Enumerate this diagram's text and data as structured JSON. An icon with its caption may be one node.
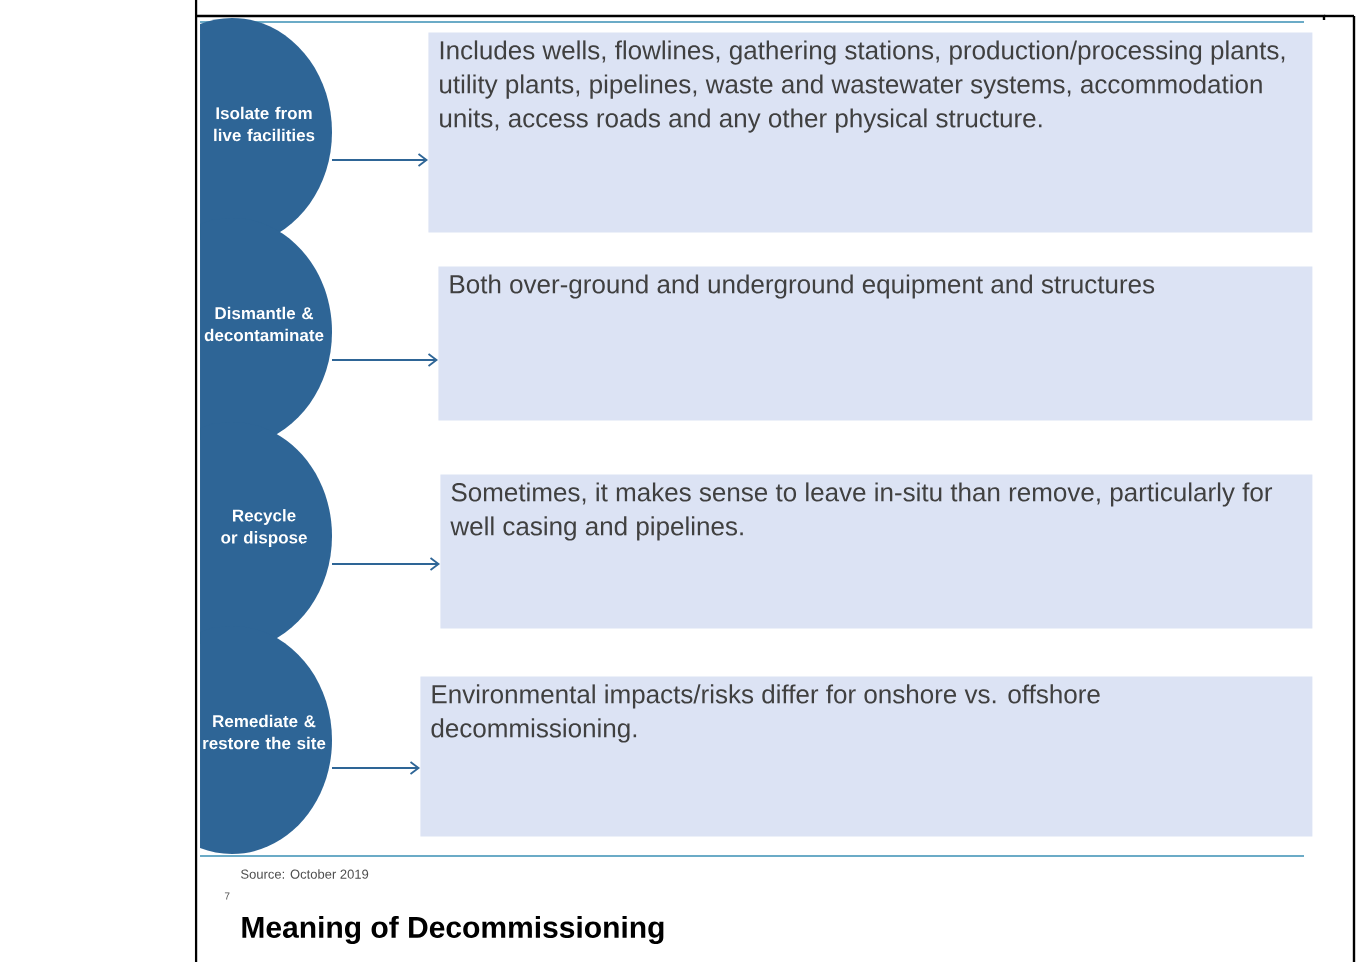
{
  "diagram": {
    "caption": "Meaning of Decommissioning",
    "nodes": [
      {
        "text": [
          "Isolate from live facilities"
        ]
      },
      {
        "text": [
          "Dismantle & decontaminate"
        ]
      },
      {
        "text": [
          "Recycle or dispose"
        ]
      },
      {
        "text": [
          "Remediate & restore the site"
        ]
      },
      {
        "text": [
          "Includes wells, flowlines, gathering stations, production/processing plants, utility plants, pipelines, waste and wastewater systems, accommodation units, access roads and any other physical structure."
        ]
      },
      {
        "text": [
          "Both over-ground and underground equipment and structures"
        ]
      },
      {
        "text": [
          "Sometimes, it makes sense to leave in-situ than remove, particularly for well casing and pipelines."
        ]
      },
      {
        "text": [
          "Environmental impacts/risks differ for onshore vs. offshore decommissioning."
        ]
      }
    ],
    "edges": [
      {
        "from": 0,
        "to": 4,
        "arrow": "to"
      },
      {
        "from": 1,
        "to": 5,
        "arrow": "to"
      },
      {
        "from": 2,
        "to": 6,
        "arrow": "to"
      },
      {
        "from": 3,
        "to": 7,
        "arrow": "to"
      }
    ],
    "labels": [
      "7",
      "Source: October 2019"
    ]
  }
}
